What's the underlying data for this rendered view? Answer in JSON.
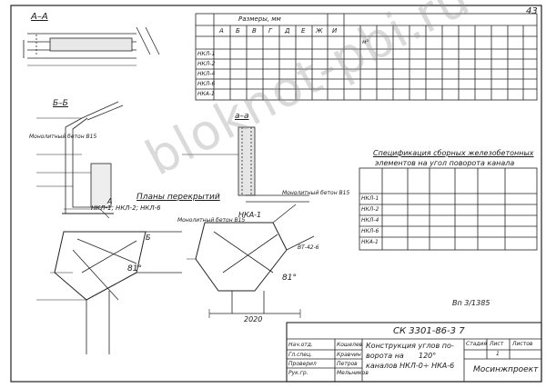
{
  "page": {
    "number": "43"
  },
  "views": {
    "section_aa": "А–А",
    "section_bb": "Б–Б",
    "section_small_aa": "а–а",
    "plan_label": "Планы перекрытий",
    "plan_left_tag": "НКЛ-1; НКЛ-2; НКЛ-6",
    "plan_right_tag": "НКА-1"
  },
  "table_main": {
    "header_sizes": "Размеры, мм",
    "col_headers": [
      "А",
      "Б",
      "В",
      "Г",
      "Д",
      "Е",
      "Ж",
      "И"
    ],
    "row_labels": [
      "НКЛ-1",
      "НКЛ-2",
      "НКЛ-4",
      "НКЛ-6",
      "НКА-1"
    ],
    "unit_label": "м³"
  },
  "table_spec": {
    "title_line1": "Спецификация сборных железобетонных",
    "title_line2": "элементов на угол поворота канала",
    "row_labels": [
      "НКЛ-1",
      "НКЛ-2",
      "НКЛ-4",
      "НКЛ-6",
      "НКА-1"
    ]
  },
  "annotations": {
    "angle_left": "81°",
    "angle_right": "81°",
    "dim_2020": "2020",
    "concrete_b15_a": "Монолитный бетон В15",
    "concrete_b15_b": "Монолитный бетон В15",
    "concrete_b15_c": "Монолитный бетон В15",
    "plate_label": "ВТ-42-6",
    "cut_a": "А",
    "cut_b": "Б"
  },
  "stamp": {
    "doc_code": "СК 3301-86-3 7",
    "sheet_ref": "Вп 3/1385",
    "title": "Конструкция углов поворота каналов НКЛ-0÷НКА-6",
    "title_line1": "Конструкция углов по-",
    "title_line2": "ворота на",
    "title_line3": "каналов НКЛ-0÷ НКА-6",
    "angle": "120°",
    "col_stage": "Стадия",
    "col_sheet": "Лист",
    "col_sheets": "Листов",
    "sheet_no": "1",
    "org": "Мосинжпроект",
    "role_1": "Нач.отд.",
    "role_2": "Гл.спец.",
    "role_3": "Проверил",
    "role_4": "Рук.гр.",
    "name_1": "Кошелев",
    "name_2": "Кравчин",
    "name_3": "Петров",
    "name_4": "Мельников"
  },
  "watermark": "bloknot-pbi.ru"
}
